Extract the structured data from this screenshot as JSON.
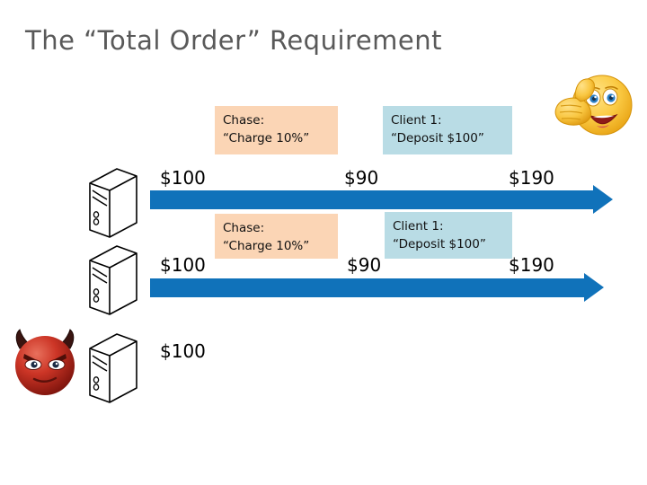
{
  "slide": {
    "title": "The “Total Order” Requirement",
    "background_color": "#ffffff",
    "title_color": "#595959"
  },
  "palette": {
    "arrow_blue": "#1072ba",
    "box_orange": "#fbd5b5",
    "box_blue": "#b9dce5",
    "devil_red": "#c62a1d",
    "emoji_yellow": "#f6c544"
  },
  "replicas": [
    {
      "id": "replica-1",
      "icon": "server-tower-icon",
      "start_amount": "$100",
      "messages": [
        {
          "id": "chase",
          "sender": "Chase:",
          "command": "“Charge 10%”",
          "color": "#fbd5b5"
        },
        {
          "id": "client1",
          "sender": "Client 1:",
          "command": "“Deposit $100”",
          "color": "#b9dce5"
        }
      ],
      "amounts": [
        "$100",
        "$90",
        "$190"
      ],
      "final_amount": "$190"
    },
    {
      "id": "replica-2",
      "icon": "server-tower-icon",
      "start_amount": "$100",
      "messages": [
        {
          "id": "chase",
          "sender": "Chase:",
          "command": "“Charge 10%”",
          "color": "#fbd5b5"
        },
        {
          "id": "client1",
          "sender": "Client 1:",
          "command": "“Deposit $100”",
          "color": "#b9dce5"
        }
      ],
      "amounts": [
        "$100",
        "$90",
        "$190"
      ],
      "final_amount": "$190"
    },
    {
      "id": "replica-3",
      "icon": "server-tower-icon",
      "start_amount": "$100",
      "messages": [],
      "amounts": [
        "$100"
      ],
      "final_amount": "$100"
    }
  ],
  "annotations": [
    {
      "id": "approval",
      "icon": "thumbs-up-smiley-emoji",
      "meaning": "consistent"
    },
    {
      "id": "faulty",
      "icon": "devil-face-emoji",
      "meaning": "faulty-replica"
    }
  ]
}
